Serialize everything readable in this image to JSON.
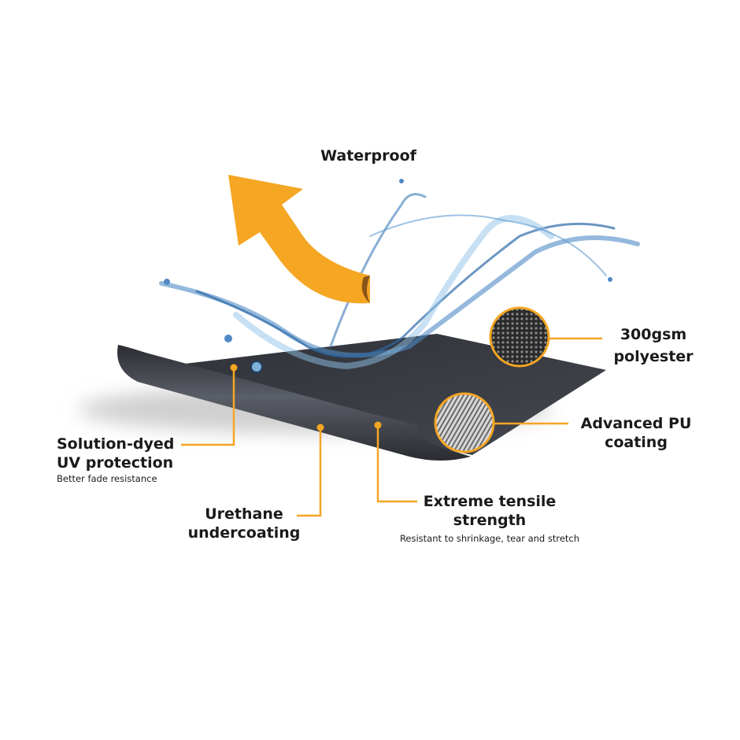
{
  "accent_color": "#f5a623",
  "tarp_color": "#3b3e45",
  "title": "Waterproof",
  "features": {
    "polyester": {
      "line1": "300gsm",
      "line2": "polyester"
    },
    "pu": {
      "line1": "Advanced PU",
      "line2": "coating"
    },
    "uv": {
      "line1": "Solution-dyed",
      "line2": "UV protection",
      "sub": "Better fade resistance"
    },
    "urethane": {
      "line1": "Urethane",
      "line2": "undercoating"
    },
    "tensile": {
      "line1": "Extreme tensile",
      "line2": "strength",
      "sub": "Resistant to shrinkage, tear and stretch"
    }
  }
}
